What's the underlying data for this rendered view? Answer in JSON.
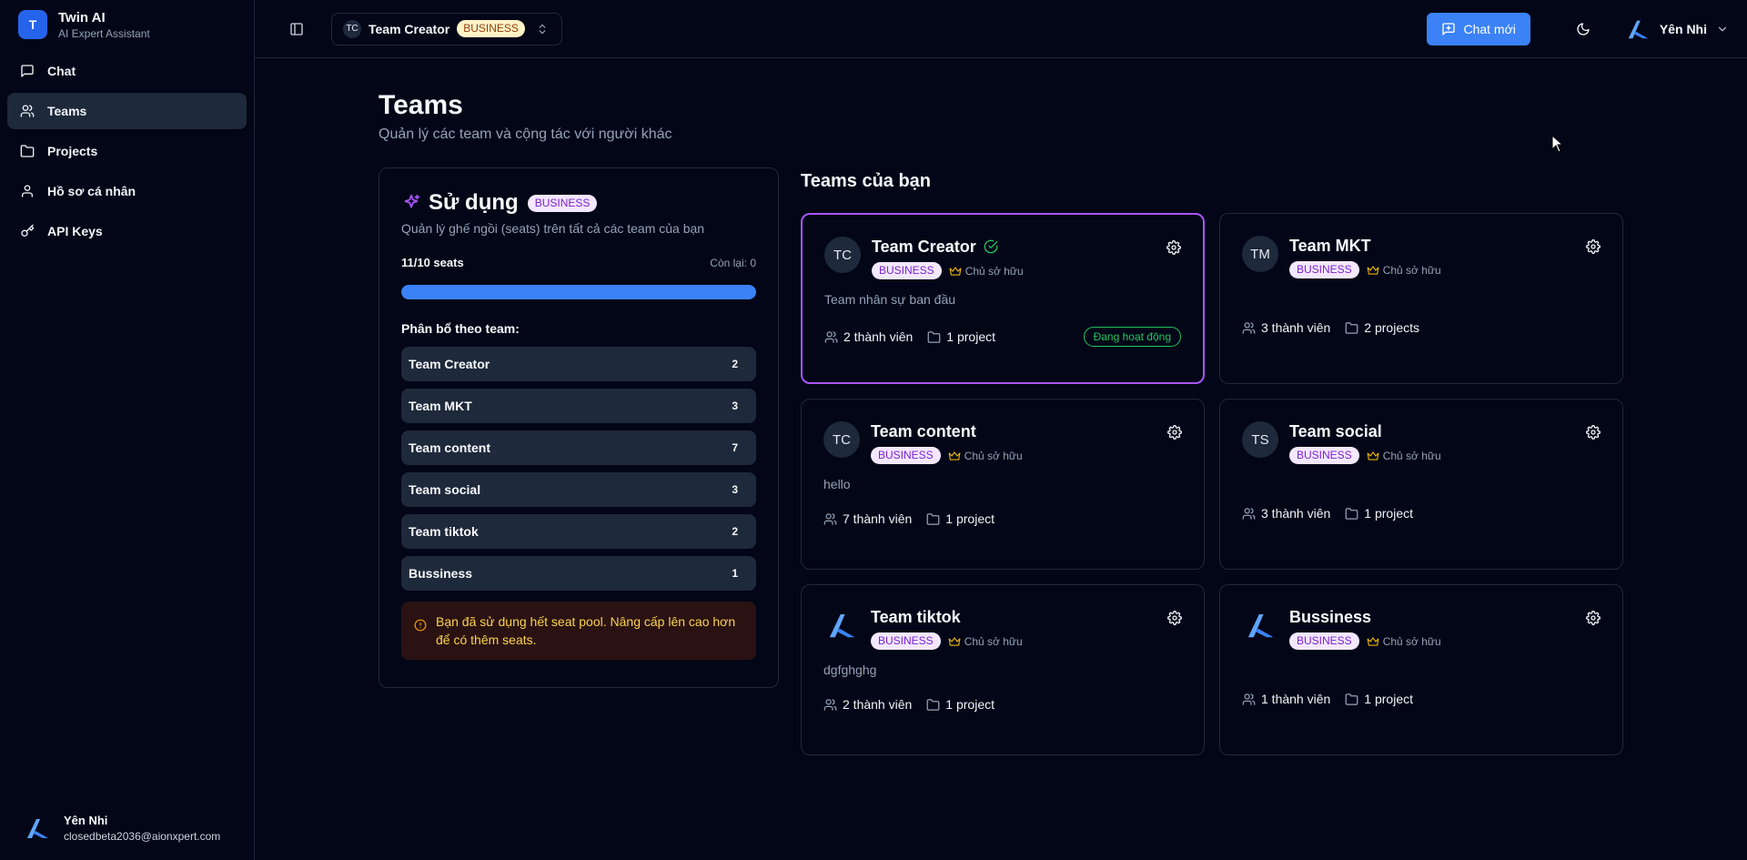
{
  "brand": {
    "logo_letter": "T",
    "name": "Twin AI",
    "subtitle": "AI Expert Assistant"
  },
  "nav": [
    {
      "label": "Chat",
      "icon": "message-square-icon"
    },
    {
      "label": "Teams",
      "icon": "users-icon",
      "active": true
    },
    {
      "label": "Projects",
      "icon": "folder-icon"
    },
    {
      "label": "Hồ sơ cá nhân",
      "icon": "user-icon"
    },
    {
      "label": "API Keys",
      "icon": "key-icon"
    }
  ],
  "user": {
    "name": "Yên Nhi",
    "email": "closedbeta2036@aionxpert.com"
  },
  "topbar": {
    "team_initials": "TC",
    "team_name": "Team Creator",
    "plan": "BUSINESS",
    "chat_new": "Chat mới",
    "account_name": "Yên Nhi"
  },
  "page": {
    "title": "Teams",
    "subtitle": "Quản lý các team và cộng tác với người khác"
  },
  "usage": {
    "title": "Sử dụng",
    "plan": "BUSINESS",
    "subtitle": "Quản lý ghế ngồi (seats) trên tất cả các team của bạn",
    "seats_label": "11/10 seats",
    "seats_used": 11,
    "seats_total": 10,
    "remaining_label": "Còn lại: 0",
    "allocation_title": "Phân bổ theo team:",
    "allocation": [
      {
        "name": "Team Creator",
        "count": "2"
      },
      {
        "name": "Team MKT",
        "count": "3"
      },
      {
        "name": "Team content",
        "count": "7"
      },
      {
        "name": "Team social",
        "count": "3"
      },
      {
        "name": "Team tiktok",
        "count": "2"
      },
      {
        "name": "Bussiness",
        "count": "1"
      }
    ],
    "warning": "Bạn đã sử dụng hết seat pool. Nâng cấp lên cao hơn để có thêm seats."
  },
  "teams_heading": "Teams của bạn",
  "teams": [
    {
      "initials": "TC",
      "name": "Team Creator",
      "plan": "BUSINESS",
      "role": "Chủ sở hữu",
      "description": "Team nhân sự ban đầu",
      "members": "2 thành viên",
      "projects": "1 project",
      "status": "Đang hoạt động",
      "active": true,
      "logo": false
    },
    {
      "initials": "TM",
      "name": "Team MKT",
      "plan": "BUSINESS",
      "role": "Chủ sở hữu",
      "description": "",
      "members": "3 thành viên",
      "projects": "2 projects",
      "logo": false
    },
    {
      "initials": "TC",
      "name": "Team content",
      "plan": "BUSINESS",
      "role": "Chủ sở hữu",
      "description": "hello",
      "members": "7 thành viên",
      "projects": "1 project",
      "logo": false
    },
    {
      "initials": "TS",
      "name": "Team social",
      "plan": "BUSINESS",
      "role": "Chủ sở hữu",
      "description": "",
      "members": "3 thành viên",
      "projects": "1 project",
      "logo": false
    },
    {
      "initials": "",
      "name": "Team tiktok",
      "plan": "BUSINESS",
      "role": "Chủ sở hữu",
      "description": "dgfghghg",
      "members": "2 thành viên",
      "projects": "1 project",
      "logo": true
    },
    {
      "initials": "",
      "name": "Bussiness",
      "plan": "BUSINESS",
      "role": "Chủ sở hữu",
      "description": "",
      "members": "1 thành viên",
      "projects": "1 project",
      "logo": true
    }
  ],
  "colors": {
    "accent": "#3b82f6",
    "active_border": "#a855f7",
    "success": "#22c55e",
    "warning": "#fcd34d"
  }
}
